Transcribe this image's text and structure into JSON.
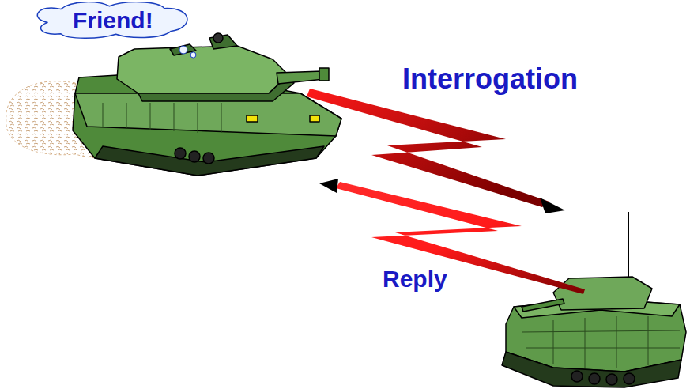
{
  "diagram": {
    "nodes": [
      {
        "text": [
          "Friend!"
        ]
      }
    ],
    "labels": [
      "Interrogation",
      "Reply"
    ]
  }
}
